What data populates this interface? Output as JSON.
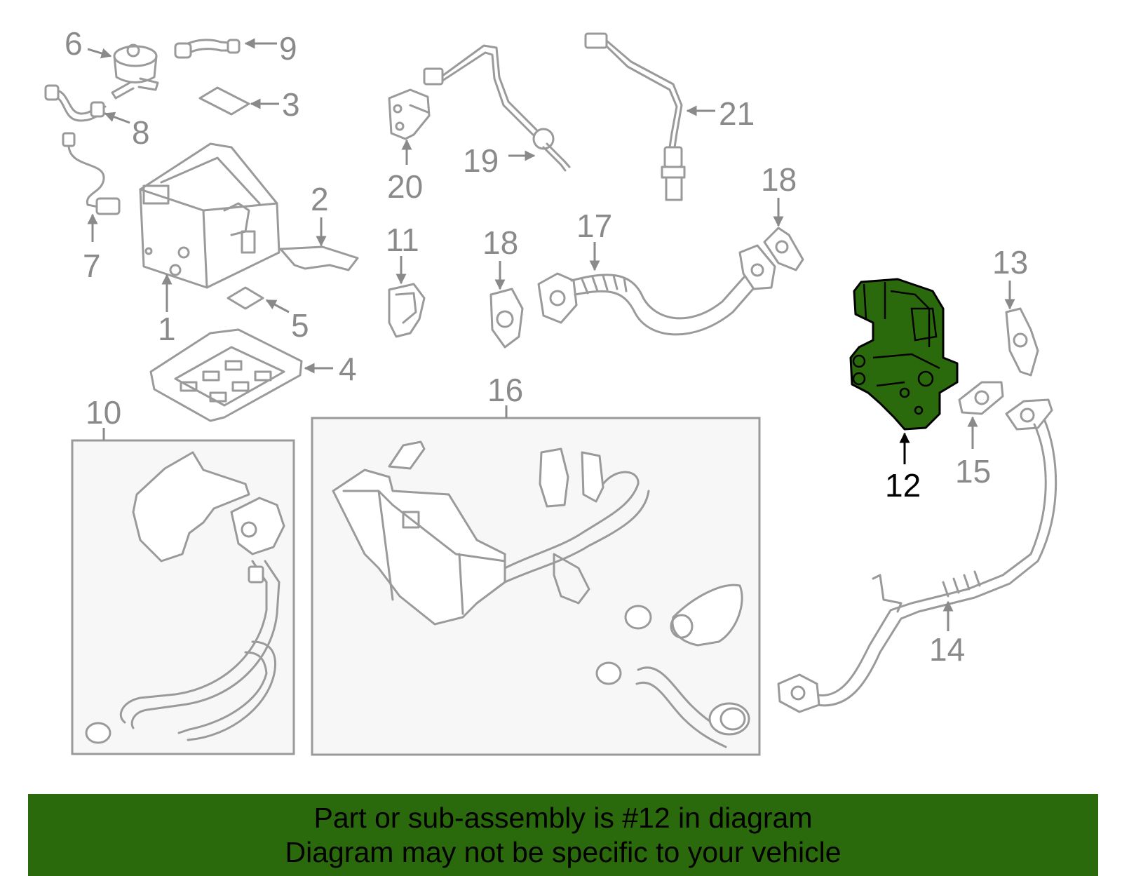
{
  "labels": {
    "c1": "1",
    "c2": "2",
    "c3": "3",
    "c4": "4",
    "c5": "5",
    "c6": "6",
    "c7": "7",
    "c8": "8",
    "c9": "9",
    "c10": "10",
    "c11": "11",
    "c12": "12",
    "c13": "13",
    "c14": "14",
    "c15": "15",
    "c16": "16",
    "c17": "17",
    "c18a": "18",
    "c18b": "18",
    "c19": "19",
    "c20": "20",
    "c21": "21"
  },
  "highlight": {
    "part": "12",
    "color": "#2a6a0c"
  },
  "banner": {
    "line1": "Part or sub-assembly is #12 in diagram",
    "line2": "Diagram may not be specific to your vehicle",
    "background": "#2a6a0c"
  }
}
